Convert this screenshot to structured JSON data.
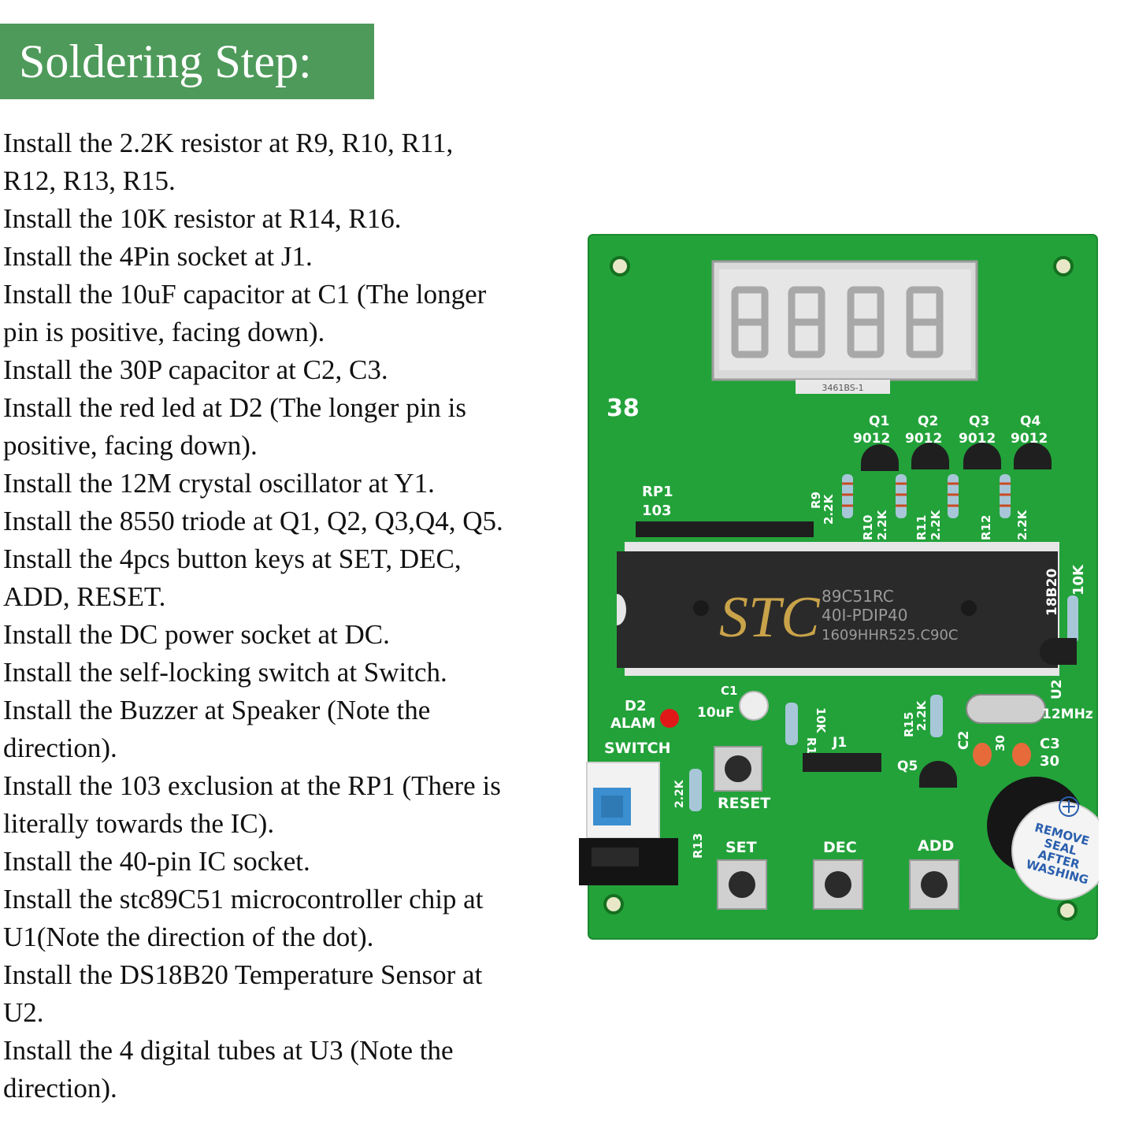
{
  "banner": {
    "title": "Soldering Step:"
  },
  "instructions": {
    "lines": [
      "Install the 2.2K resistor at R9, R10, R11,",
      "R12, R13, R15.",
      "Install the 10K resistor at R14, R16.",
      "Install the 4Pin socket at J1.",
      "Install the 10uF capacitor at C1 (The longer",
      "pin is positive, facing down).",
      "Install the 30P capacitor at C2, C3.",
      "Install the red led at D2 (The longer pin is",
      "positive, facing down).",
      "Install the 12M crystal oscillator at Y1.",
      "Install the 8550 triode at Q1, Q2, Q3,Q4, Q5.",
      "Install the 4pcs button keys at SET, DEC,",
      "ADD, RESET.",
      "Install the DC power socket at DC.",
      "Install the self-locking switch at Switch.",
      "Install the Buzzer at Speaker (Note the",
      "direction).",
      "Install the 103 exclusion at the RP1 (There is",
      "literally towards the IC).",
      "Install the 40-pin IC socket.",
      "Install the stc89C51 microcontroller chip at",
      "U1(Note the direction of the dot).",
      "Install the DS18B20 Temperature Sensor at",
      "U2.",
      "Install the 4 digital tubes at U3 (Note the",
      "direction)."
    ]
  },
  "pcb": {
    "board_number": "38",
    "display_part": "3461BS-1",
    "transistors": [
      {
        "ref": "Q1",
        "part": "9012"
      },
      {
        "ref": "Q2",
        "part": "9012"
      },
      {
        "ref": "Q3",
        "part": "9012"
      },
      {
        "ref": "Q4",
        "part": "9012"
      }
    ],
    "rp1_ref": "RP1",
    "rp1_value": "103",
    "chip_brand": "STC",
    "chip_line1": "89C51RC",
    "chip_line2": "40I-PDIP40",
    "chip_line3": "1609HHR525.C90C",
    "resistor_labels": {
      "r9": "R9",
      "r9_val": "2.2K",
      "r10": "R10",
      "r10_val": "2.2K",
      "r11": "R11",
      "r11_val": "2.2K",
      "r12": "R12",
      "r12_val": "2.2K",
      "r13": "R13",
      "r13_val": "2.2K",
      "r14": "R14",
      "r14_val": "10K",
      "r15": "R15",
      "r15_val": "2.2K",
      "r16_val": "10K"
    },
    "sensor_label": "18B20",
    "u2_label": "U2",
    "d2_label": "D2",
    "alarm_label": "ALAM",
    "switch_label": "SWITCH",
    "c1_label": "C1",
    "c1_value": "10uF",
    "j1_label": "J1",
    "c2_label": "C2",
    "c3_label": "C3",
    "c_value": "30",
    "crystal_label": "12MHz",
    "q5_label": "Q5",
    "buttons": {
      "reset": "RESET",
      "set": "SET",
      "dec": "DEC",
      "add": "ADD"
    },
    "buzzer_seal": [
      "REMOVE",
      "SEAL",
      "AFTER",
      "WASHING"
    ],
    "colors": {
      "board": "#23a23a",
      "banner": "#4e9a5a",
      "chip": "#2a2a2a",
      "chip_text": "#c9a34a",
      "led": "#e01818"
    }
  }
}
